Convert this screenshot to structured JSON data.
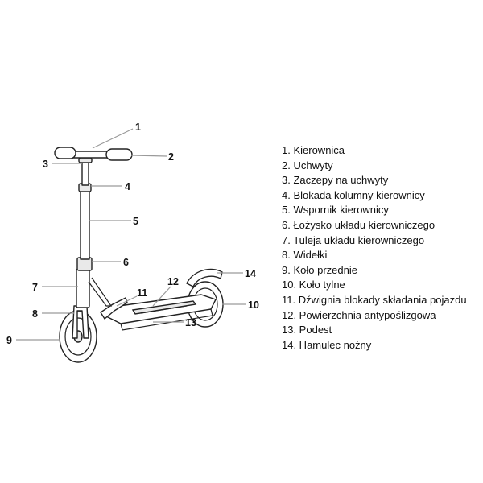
{
  "callouts": [
    "1",
    "2",
    "3",
    "4",
    "5",
    "6",
    "7",
    "8",
    "9",
    "10",
    "11",
    "12",
    "13",
    "14"
  ],
  "legend": [
    "1. Kierownica",
    "2. Uchwyty",
    "3. Zaczepy na uchwyty",
    "4. Blokada kolumny kierownicy",
    "5. Wspornik kierownicy",
    "6. Łożysko układu kierowniczego",
    "7. Tuleja układu kierowniczego",
    "8. Widełki",
    "9. Koło przednie",
    "10. Koło tylne",
    "11. Dźwignia blokady składania pojazdu",
    "12. Powierzchnia antypoślizgowa",
    "13. Podest",
    "14. Hamulec nożny"
  ]
}
